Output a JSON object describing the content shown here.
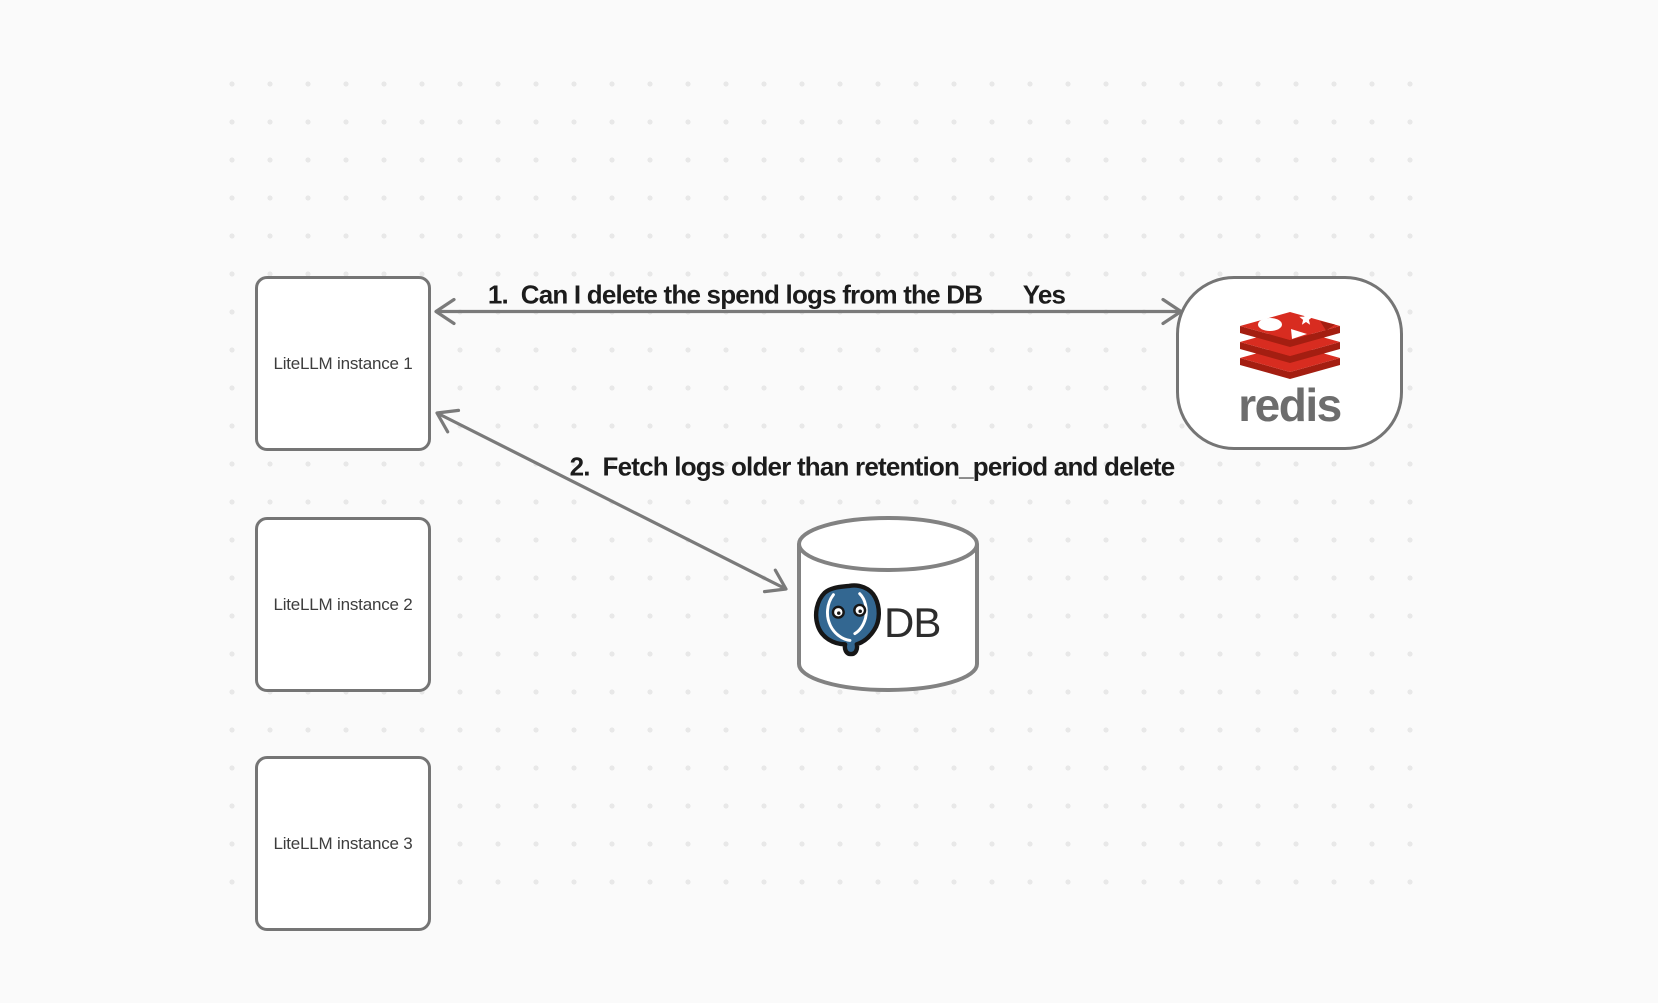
{
  "diagram": {
    "type": "architecture-flow",
    "nodes": [
      {
        "id": "litellm1",
        "label": "LiteLLM instance 1",
        "shape": "rounded-rectangle"
      },
      {
        "id": "litellm2",
        "label": "LiteLLM instance 2",
        "shape": "rounded-rectangle"
      },
      {
        "id": "litellm3",
        "label": "LiteLLM instance 3",
        "shape": "rounded-rectangle"
      },
      {
        "id": "redis",
        "label": "redis",
        "shape": "pill",
        "icon": "redis-logo"
      },
      {
        "id": "db",
        "label": "DB",
        "shape": "database-cylinder",
        "icon": "postgresql-elephant"
      }
    ],
    "edges": [
      {
        "id": "edge1",
        "from": "litellm1",
        "to": "redis",
        "style": "double-headed-arrow",
        "label": "1.  Can I delete the spend logs from the DB",
        "response": "Yes"
      },
      {
        "id": "edge2",
        "from": "litellm1",
        "to": "db",
        "style": "double-headed-arrow",
        "label": "2.  Fetch logs older than retention_period and delete"
      }
    ],
    "colors": {
      "background": "#fafafa",
      "grid_dot": "#e8e8e8",
      "node_border": "#757575",
      "node_fill": "#ffffff",
      "node_label": "#3d3d3d",
      "arrow": "#7a7a7a",
      "edge_label": "#1c1c1c",
      "redis_red": "#d82c20",
      "redis_dark_red": "#a41e11",
      "redis_wordmark": "#6d6d6d",
      "postgres_blue": "#336791",
      "db_text": "#2d2d2d",
      "cylinder_stroke": "#828282"
    }
  }
}
